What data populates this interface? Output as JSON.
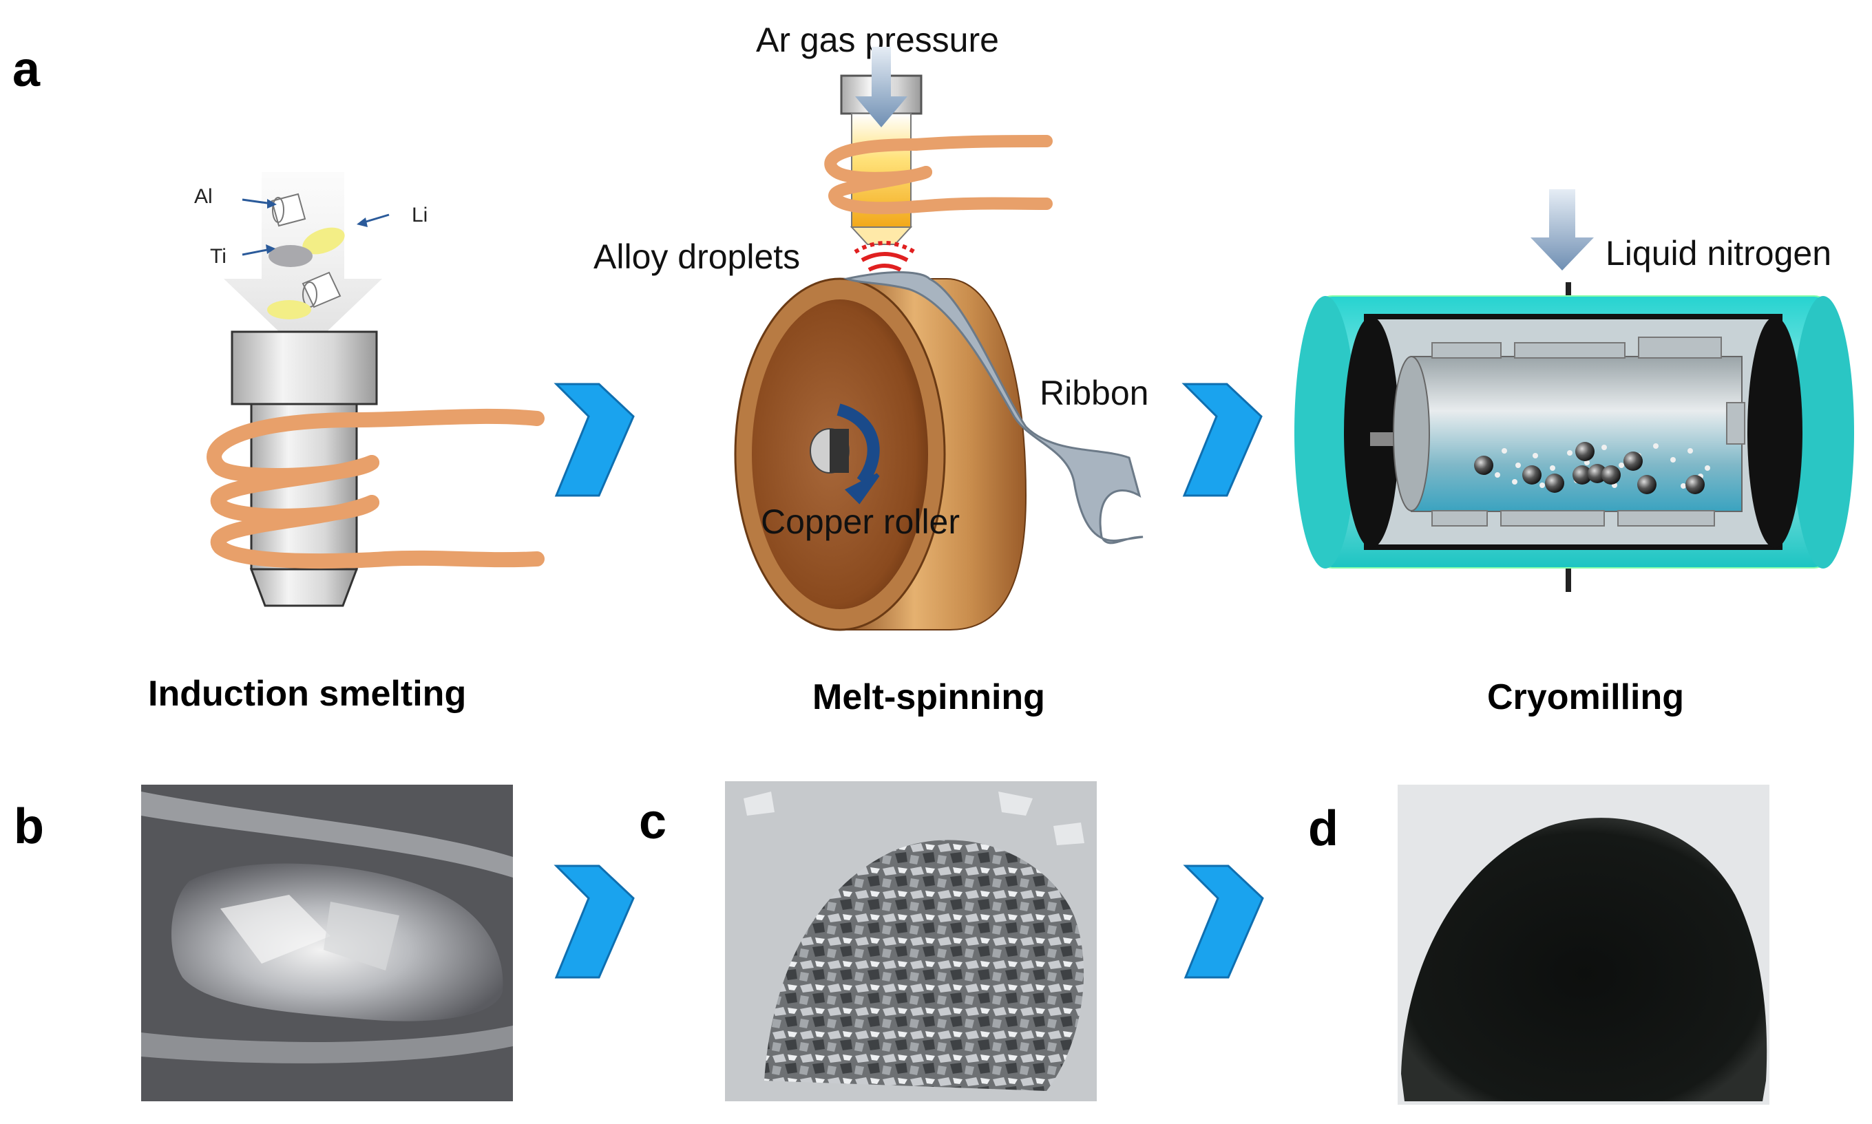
{
  "panels": {
    "a": "a",
    "b": "b",
    "c": "c",
    "d": "d"
  },
  "stages": {
    "induction": "Induction smelting",
    "melt_spinning": "Melt-spinning",
    "cryomilling": "Cryomilling"
  },
  "labels": {
    "al": "Al",
    "li": "Li",
    "ti": "Ti",
    "ar_gas": "Ar gas pressure",
    "alloy_droplets": "Alloy droplets",
    "ribbon": "Ribbon",
    "copper_roller": "Copper roller",
    "liquid_nitrogen": "Liquid nitrogen"
  },
  "colors": {
    "arrow_blue": "#1aa3ee",
    "coil": "#e8a06a",
    "copper": "#c9894a",
    "cyan": "#22c8c8"
  }
}
